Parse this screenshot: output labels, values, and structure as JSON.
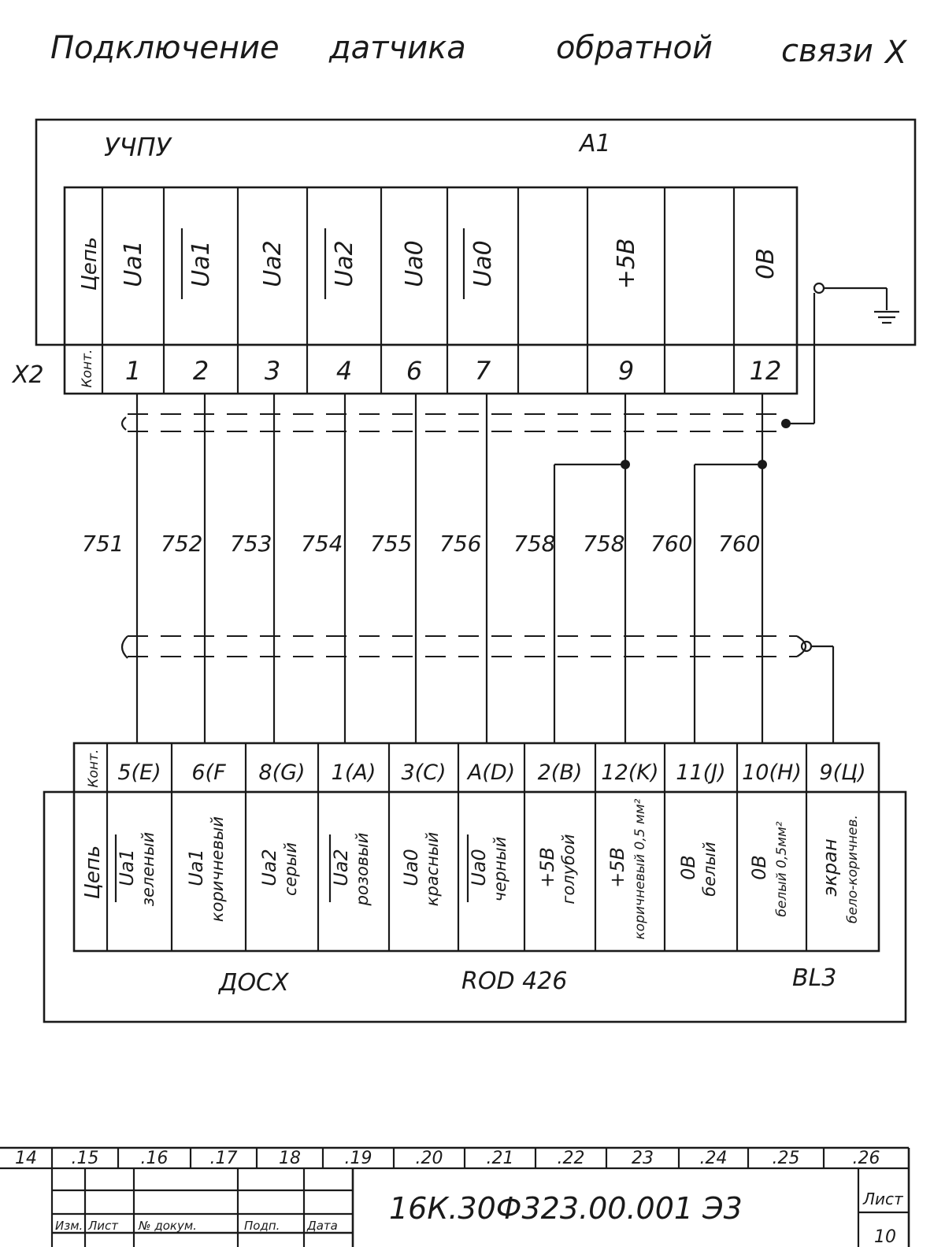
{
  "title": {
    "words": [
      "Подключение",
      "датчика",
      "обратной",
      "связи",
      "X"
    ]
  },
  "top_block": {
    "device_label": "УЧПУ",
    "ref": "A1",
    "connector": "X2",
    "row_head_signal": "Цепь",
    "row_head_contact": "Конт.",
    "columns": [
      {
        "signal": "Ua1",
        "overbar": false,
        "contact": "1"
      },
      {
        "signal": "Ua1",
        "overbar": true,
        "contact": "2"
      },
      {
        "signal": "Ua2",
        "overbar": false,
        "contact": "3"
      },
      {
        "signal": "Ua2",
        "overbar": true,
        "contact": "4"
      },
      {
        "signal": "Ua0",
        "overbar": false,
        "contact": "6"
      },
      {
        "signal": "Ua0",
        "overbar": true,
        "contact": "7"
      },
      {
        "signal": "",
        "overbar": false,
        "contact": ""
      },
      {
        "signal": "+5B",
        "overbar": false,
        "contact": "9"
      },
      {
        "signal": "",
        "overbar": false,
        "contact": ""
      },
      {
        "signal": "0B",
        "overbar": false,
        "contact": "12"
      }
    ]
  },
  "wires": [
    "751",
    "752",
    "753",
    "754",
    "755",
    "756",
    "758",
    "758",
    "760",
    "760"
  ],
  "bottom_block": {
    "row_head_contact": "Конт.",
    "row_head_signal": "Цепь",
    "columns": [
      {
        "contact": "5(E)",
        "signal": "Ua1",
        "overbar": true,
        "color": "зеленый"
      },
      {
        "contact": "6(F",
        "signal": "Ua1",
        "overbar": false,
        "color": "коричневый"
      },
      {
        "contact": "8(G)",
        "signal": "Ua2",
        "overbar": false,
        "color": "серый"
      },
      {
        "contact": "1(A)",
        "signal": "Ua2",
        "overbar": true,
        "color": "розовый"
      },
      {
        "contact": "3(C)",
        "signal": "Ua0",
        "overbar": false,
        "color": "красный"
      },
      {
        "contact": "A(D)",
        "signal": "Ua0",
        "overbar": true,
        "color": "черный"
      },
      {
        "contact": "2(B)",
        "signal": "+5B",
        "overbar": false,
        "color": "голубой"
      },
      {
        "contact": "12(K)",
        "signal": "+5B",
        "overbar": false,
        "color": "коричневый 0,5 мм²"
      },
      {
        "contact": "11(J)",
        "signal": "0B",
        "overbar": false,
        "color": "белый"
      },
      {
        "contact": "10(H)",
        "signal": "0B",
        "overbar": false,
        "color": "белый 0,5мм²"
      },
      {
        "contact": "9(Ц)",
        "signal": "экран",
        "overbar": false,
        "color": "бело-коричнев."
      }
    ],
    "device_label": "ДОСХ",
    "model": "ROD 426",
    "ref": "BL3"
  },
  "title_block": {
    "zone_numbers": [
      "14",
      ".15",
      ".16",
      ".17",
      "18",
      ".19",
      ".20",
      ".21",
      ".22",
      "23",
      ".24",
      ".25",
      ".26"
    ],
    "doc_number": "16К.30Ф323.00.001 Э3",
    "sheet_label": "Лист",
    "sheet_number": "10",
    "cols": [
      "Изм.",
      "Лист",
      "№ докум.",
      "Подп.",
      "Дата"
    ]
  }
}
